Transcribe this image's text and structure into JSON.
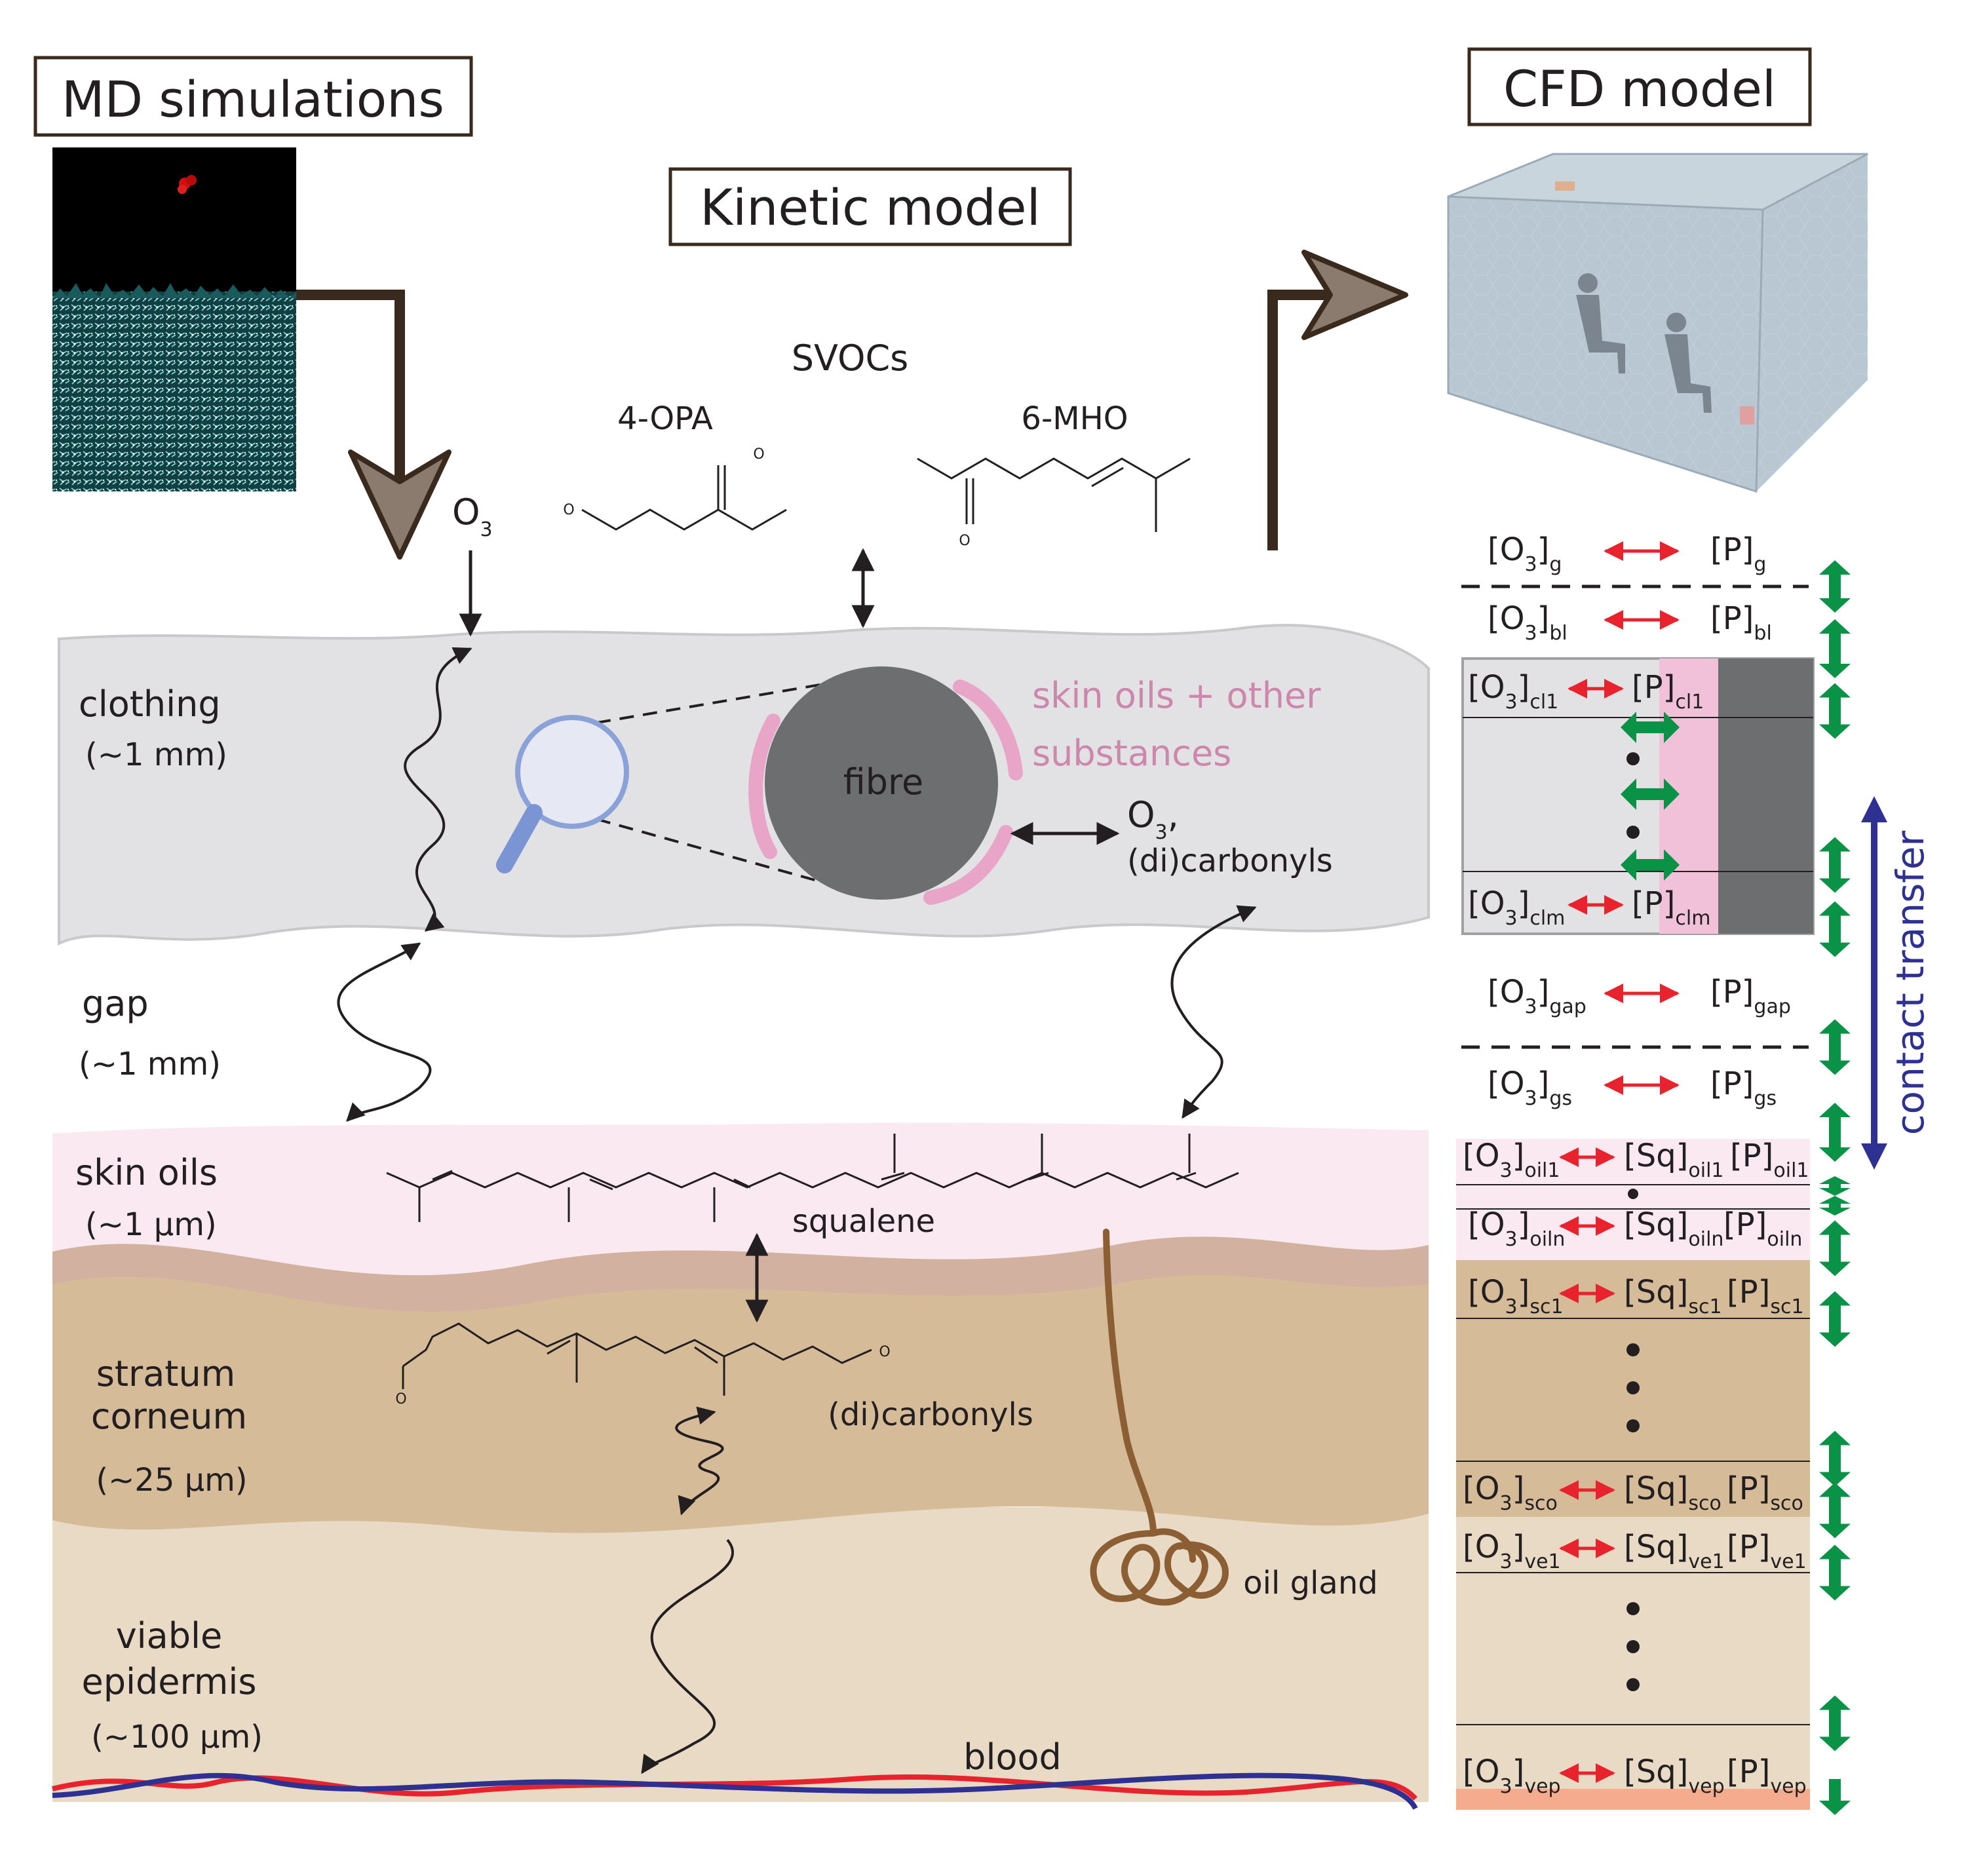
{
  "titles": {
    "md": "MD simulations",
    "kinetic": "Kinetic model",
    "cfd": "CFD model"
  },
  "molecules": {
    "svocs": "SVOCs",
    "opa": "4-OPA",
    "mho": "6-MHO",
    "ozone_main": "O",
    "ozone_sub": "3",
    "squalene": "squalene",
    "dicarbonyls": "(di)carbonyls",
    "aldehyde_o": "O"
  },
  "layers": {
    "clothing": "clothing",
    "clothing_size": "(~1 mm)",
    "gap": "gap",
    "gap_size": "(~1 mm)",
    "skin_oils": "skin oils",
    "skin_oils_size": "(~1 µm)",
    "stratum1": "stratum",
    "stratum2": "corneum",
    "stratum_size": "(~25 µm)",
    "viable1": "viable",
    "viable2": "epidermis",
    "viable_size": "(~100 µm)",
    "blood": "blood",
    "oil_gland": "oil gland"
  },
  "fibre": {
    "label": "fibre",
    "coating1": "skin oils + other",
    "coating2": "substances",
    "ozone": "O",
    "ozone_sub": "3",
    "ozone_comma": ",",
    "product": "(di)carbonyls"
  },
  "compartments": {
    "o3": "[O",
    "o3_sub": "3",
    "close": "]",
    "p": "[P]",
    "sq": "[Sq]",
    "rows": [
      {
        "o3_sub": "g",
        "p_sub": "g"
      },
      {
        "o3_sub": "bl",
        "p_sub": "bl"
      },
      {
        "o3_sub": "cl1",
        "p_sub": "cl1"
      },
      {
        "o3_sub": "clm",
        "p_sub": "clm"
      },
      {
        "o3_sub": "gap",
        "p_sub": "gap"
      },
      {
        "o3_sub": "gs",
        "p_sub": "gs"
      },
      {
        "o3_sub": "oil1",
        "sq_sub": "oil1",
        "p_sub": "oil1"
      },
      {
        "o3_sub": "oiln",
        "sq_sub": "oiln",
        "p_sub": "oiln"
      },
      {
        "o3_sub": "sc1",
        "sq_sub": "sc1",
        "p_sub": "sc1"
      },
      {
        "o3_sub": "sco",
        "sq_sub": "sco",
        "p_sub": "sco"
      },
      {
        "o3_sub": "ve1",
        "sq_sub": "ve1",
        "p_sub": "ve1"
      },
      {
        "o3_sub": "vep",
        "sq_sub": "vep",
        "p_sub": "vep"
      }
    ],
    "contact_transfer": "contact transfer"
  },
  "colors": {
    "clothing": "#e2e2e4",
    "skin_oils": "#fbe9f1",
    "stratum": "#d6bb98",
    "stratum_top": "#d2b1a0",
    "viable": "#e9dac6",
    "fibre": "#6d6e70",
    "fibre_coating": "#e8a5c7",
    "pink_text": "#cd86ac",
    "blood_red": "#e8232d",
    "blood_blue": "#2e3192",
    "green_arrow": "#0a9347",
    "red_arrow": "#e8232d",
    "contact_blue": "#2e3192",
    "md_water": "#4fb8b8",
    "frame_brown": "#3a2a1e",
    "big_arrow_fill": "#8b7b6e",
    "cfd_box": "#a8b8c4",
    "vep_bottom": "#f4ab8e"
  }
}
